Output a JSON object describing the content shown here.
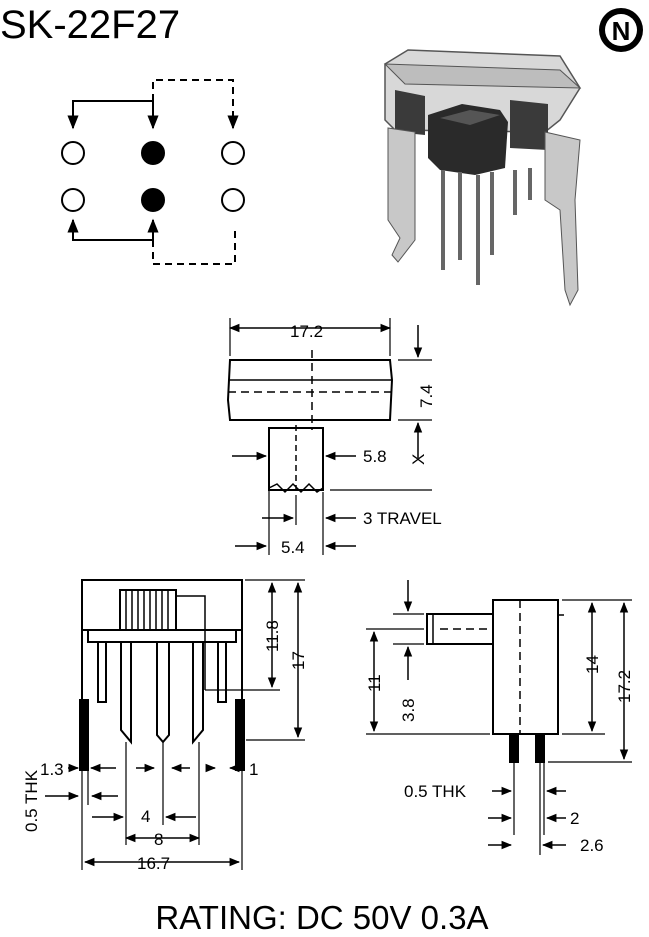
{
  "title": "SK-22F27",
  "logo_letter": "N",
  "rating": "RATING: DC 50V 0.3A",
  "dims": {
    "top_width": "17.2",
    "top_height": "7.4",
    "actuator_width": "5.8",
    "travel": "3 TRAVEL",
    "actuator_offset": "5.4",
    "front_11_8": "11.8",
    "front_17": "17",
    "pin_1_3": "1.3",
    "pin_1": "1",
    "thk_front": "0.5 THK",
    "pitch_4": "4",
    "pitch_8": "8",
    "total_16_7": "16.7",
    "side_11": "11",
    "side_3_8": "3.8",
    "side_14": "14",
    "side_17_2": "17.2",
    "thk_side": "0.5 THK",
    "side_2": "2",
    "side_2_6": "2.6"
  }
}
